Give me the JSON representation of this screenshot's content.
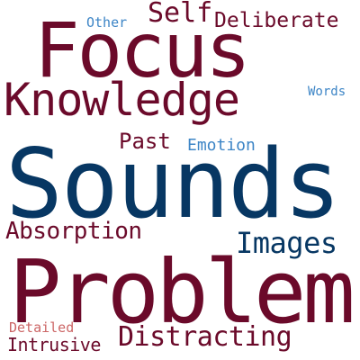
{
  "cloud": {
    "background": "#ffffff",
    "colors": {
      "maroon": "#6b0a2a",
      "navy": "#073763",
      "steel_blue": "#3d85c6",
      "salmon": "#cc6666"
    },
    "words": [
      {
        "text": "Sounds",
        "color": "#073763"
      },
      {
        "text": "Problem",
        "color": "#6b0a2a"
      },
      {
        "text": "Focus",
        "color": "#6b0a2a"
      },
      {
        "text": "Knowledge",
        "color": "#6b0a2a"
      },
      {
        "text": "Self",
        "color": "#6b0a2a"
      },
      {
        "text": "Deliberate",
        "color": "#6b0a2a"
      },
      {
        "text": "Other",
        "color": "#3d85c6"
      },
      {
        "text": "Words",
        "color": "#3d85c6"
      },
      {
        "text": "Past",
        "color": "#6b0a2a"
      },
      {
        "text": "Emotion",
        "color": "#3d85c6"
      },
      {
        "text": "Absorption",
        "color": "#6b0a2a"
      },
      {
        "text": "Images",
        "color": "#073763"
      },
      {
        "text": "Distracting",
        "color": "#6b0a2a"
      },
      {
        "text": "Intrusive",
        "color": "#6b0a2a"
      },
      {
        "text": "Detailed",
        "color": "#cc6666"
      }
    ]
  }
}
